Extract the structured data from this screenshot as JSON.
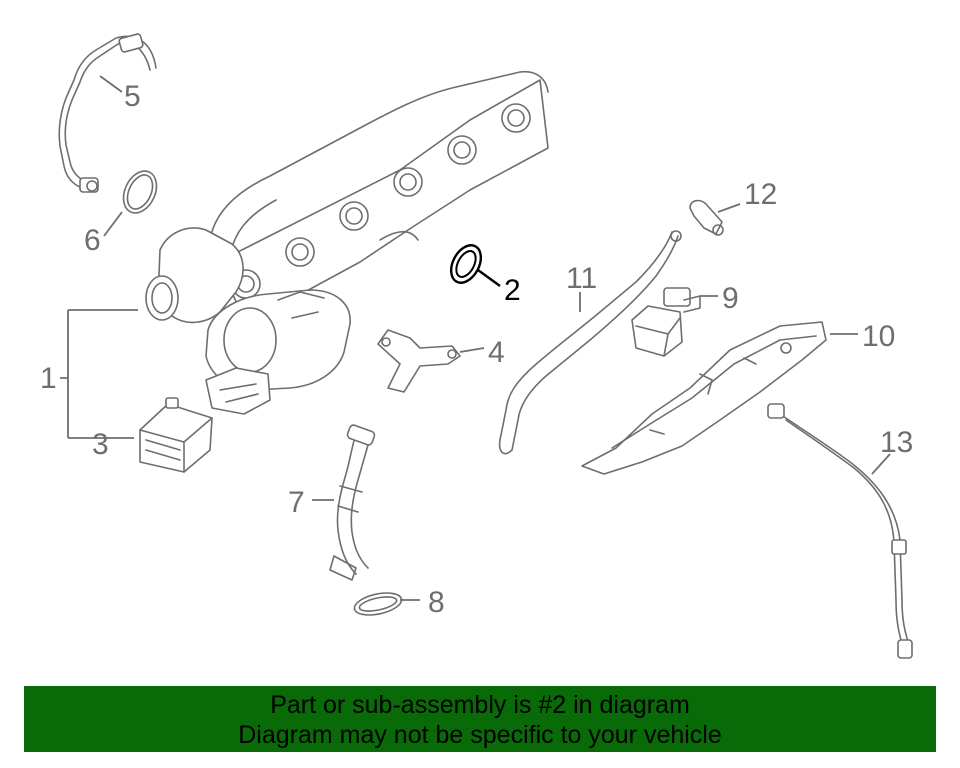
{
  "diagram": {
    "callouts": [
      "1",
      "2",
      "3",
      "4",
      "5",
      "6",
      "7",
      "8",
      "9",
      "10",
      "11",
      "12",
      "13"
    ],
    "highlighted_callout": "2",
    "colors": {
      "line": "#6e6e6e",
      "highlight": "#000000"
    }
  },
  "banner": {
    "line1": "Part or sub-assembly is #2 in diagram",
    "line2": "Diagram may not be specific to your vehicle",
    "background": "#086b08"
  }
}
